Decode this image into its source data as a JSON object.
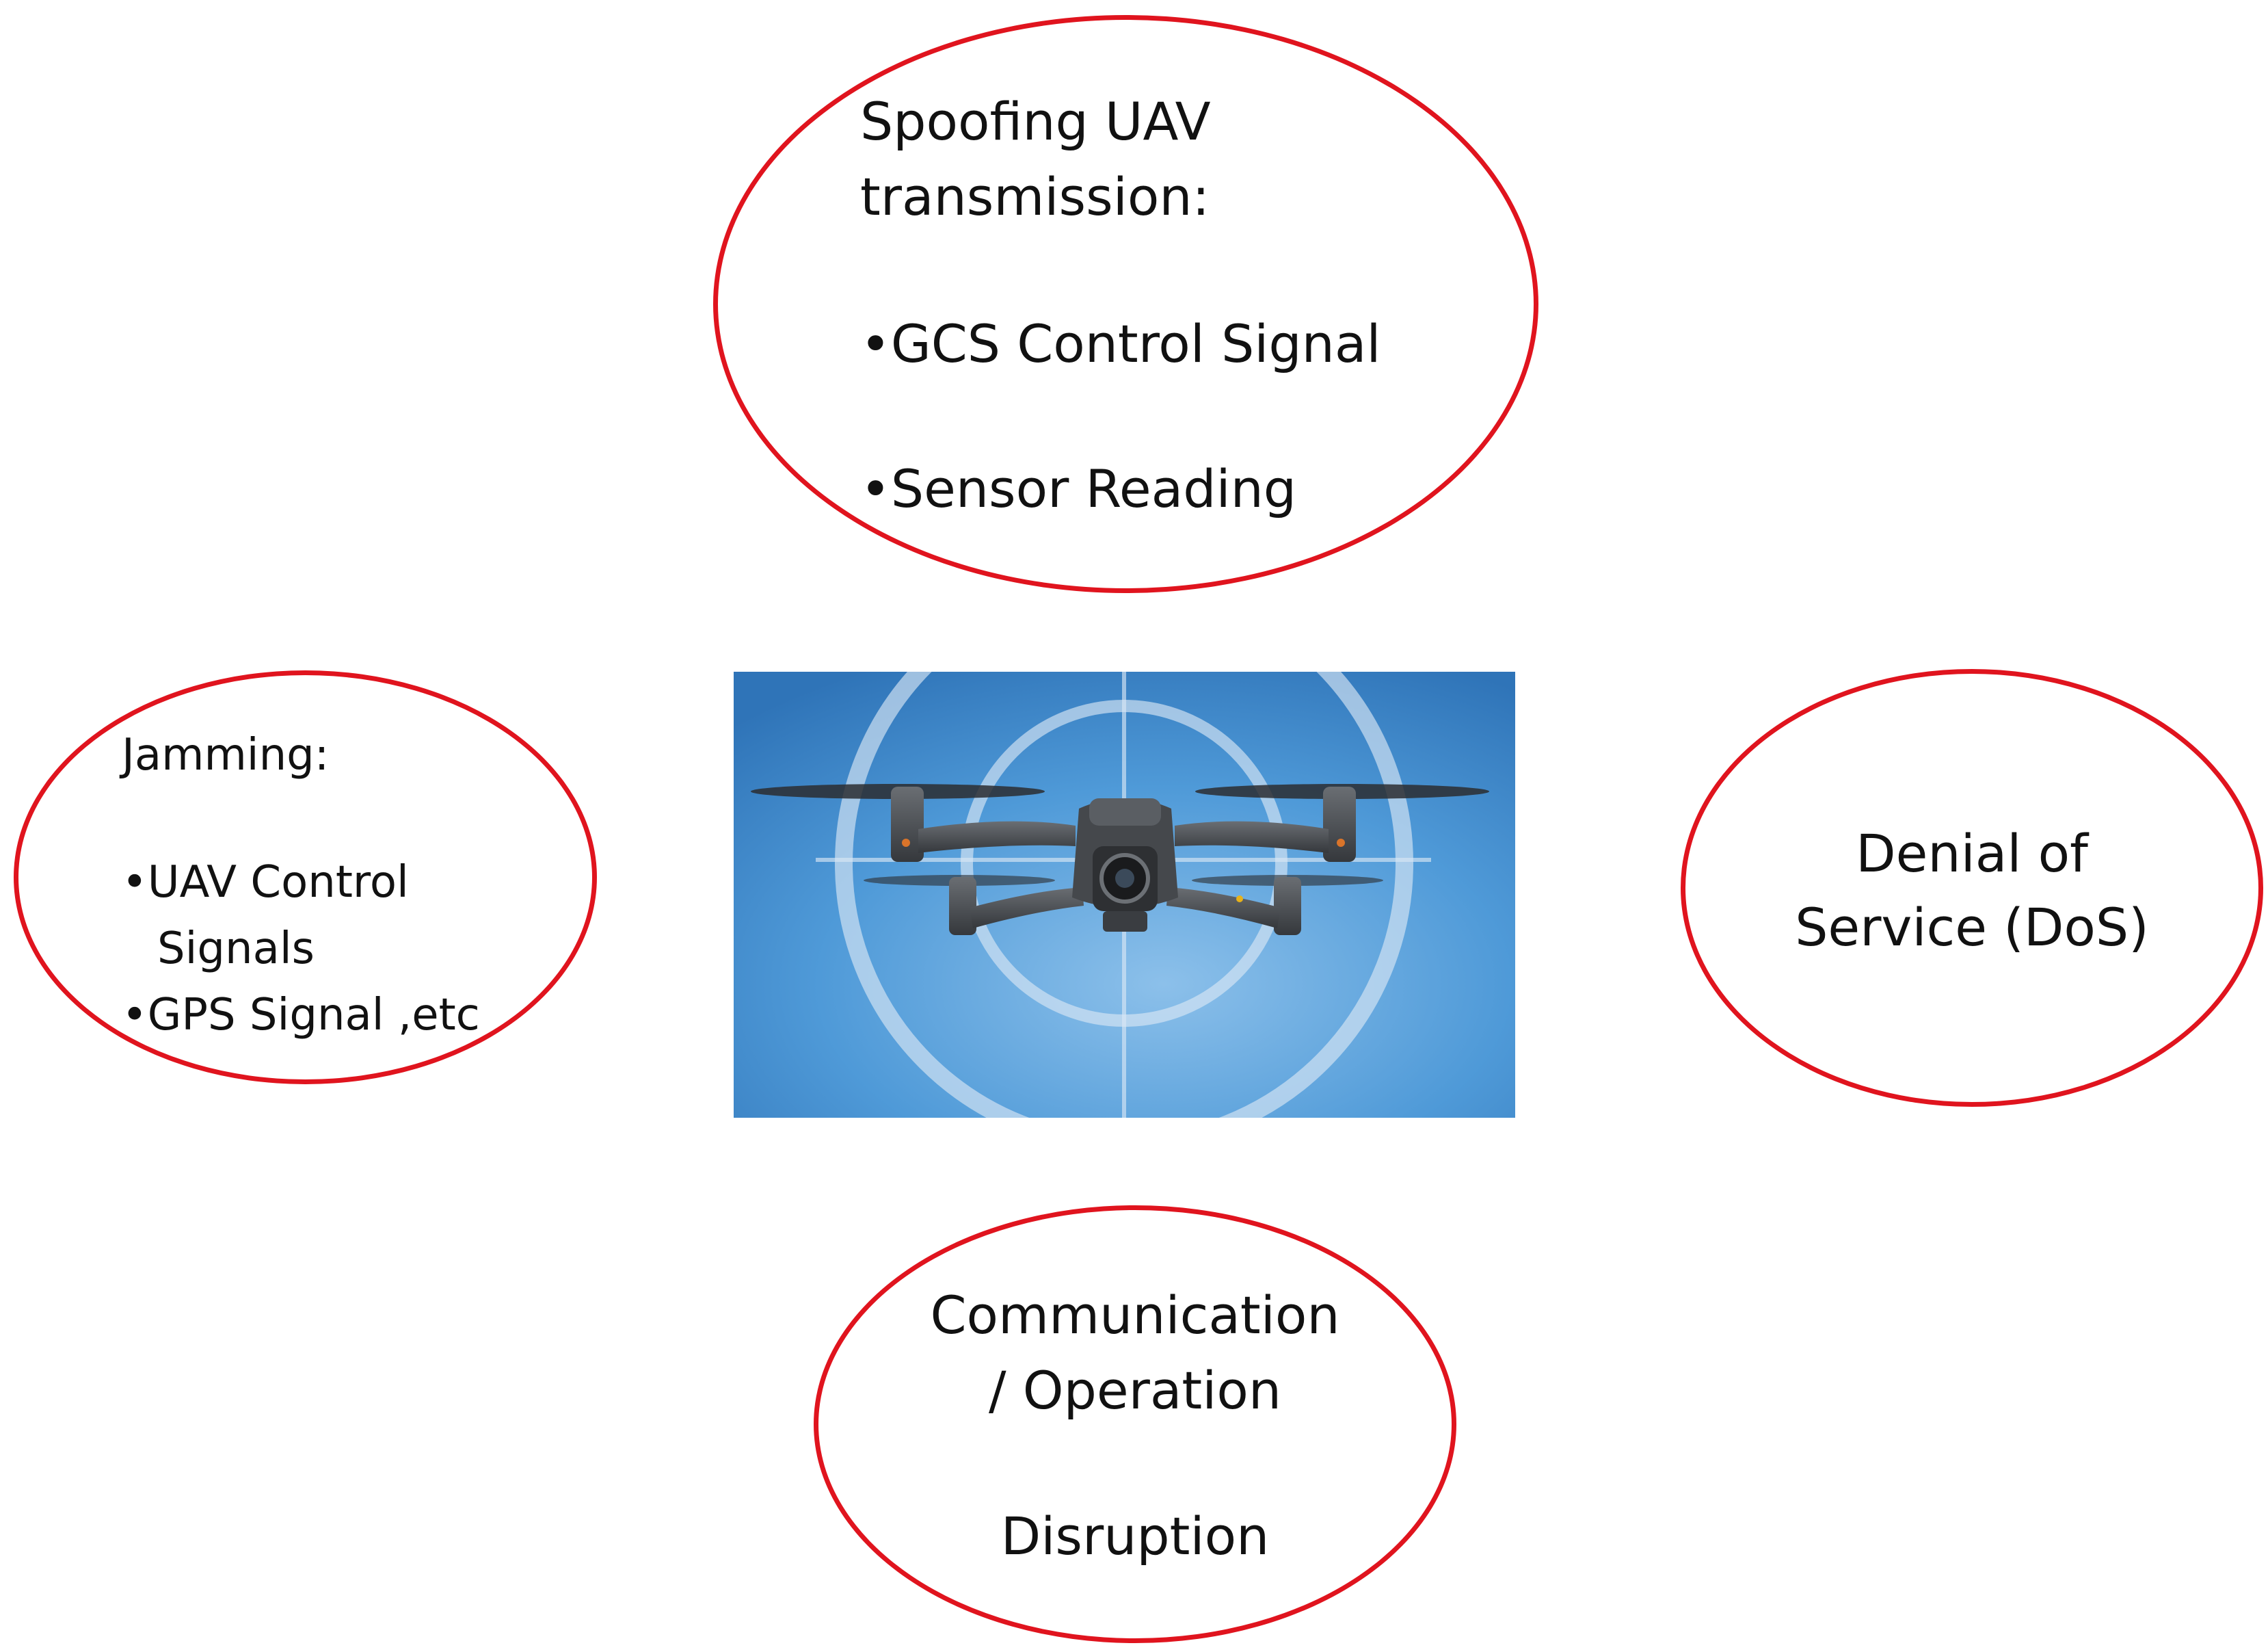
{
  "threats": {
    "spoofing": {
      "title_line1": "Spoofing UAV",
      "title_line2": "transmission:",
      "items": [
        "•GCS Control Signal",
        "•Sensor Reading"
      ]
    },
    "jamming": {
      "title": "Jamming:",
      "item1_line1": "•UAV Control",
      "item1_line2": "Signals",
      "item2": "•GPS Signal ,etc"
    },
    "dos": {
      "line1": "Denial of",
      "line2": "Service (DoS)"
    },
    "disruption": {
      "line1": "Communication",
      "line2": "/ Operation",
      "line3": "Disruption"
    }
  },
  "colors": {
    "ellipse_border": "#e0141e",
    "image_background": "#3f8fd2",
    "crosshair": "#d8e6f4",
    "drone_body": "#4a4d52"
  },
  "icons": {
    "central_image": "drone-in-crosshair-target"
  }
}
